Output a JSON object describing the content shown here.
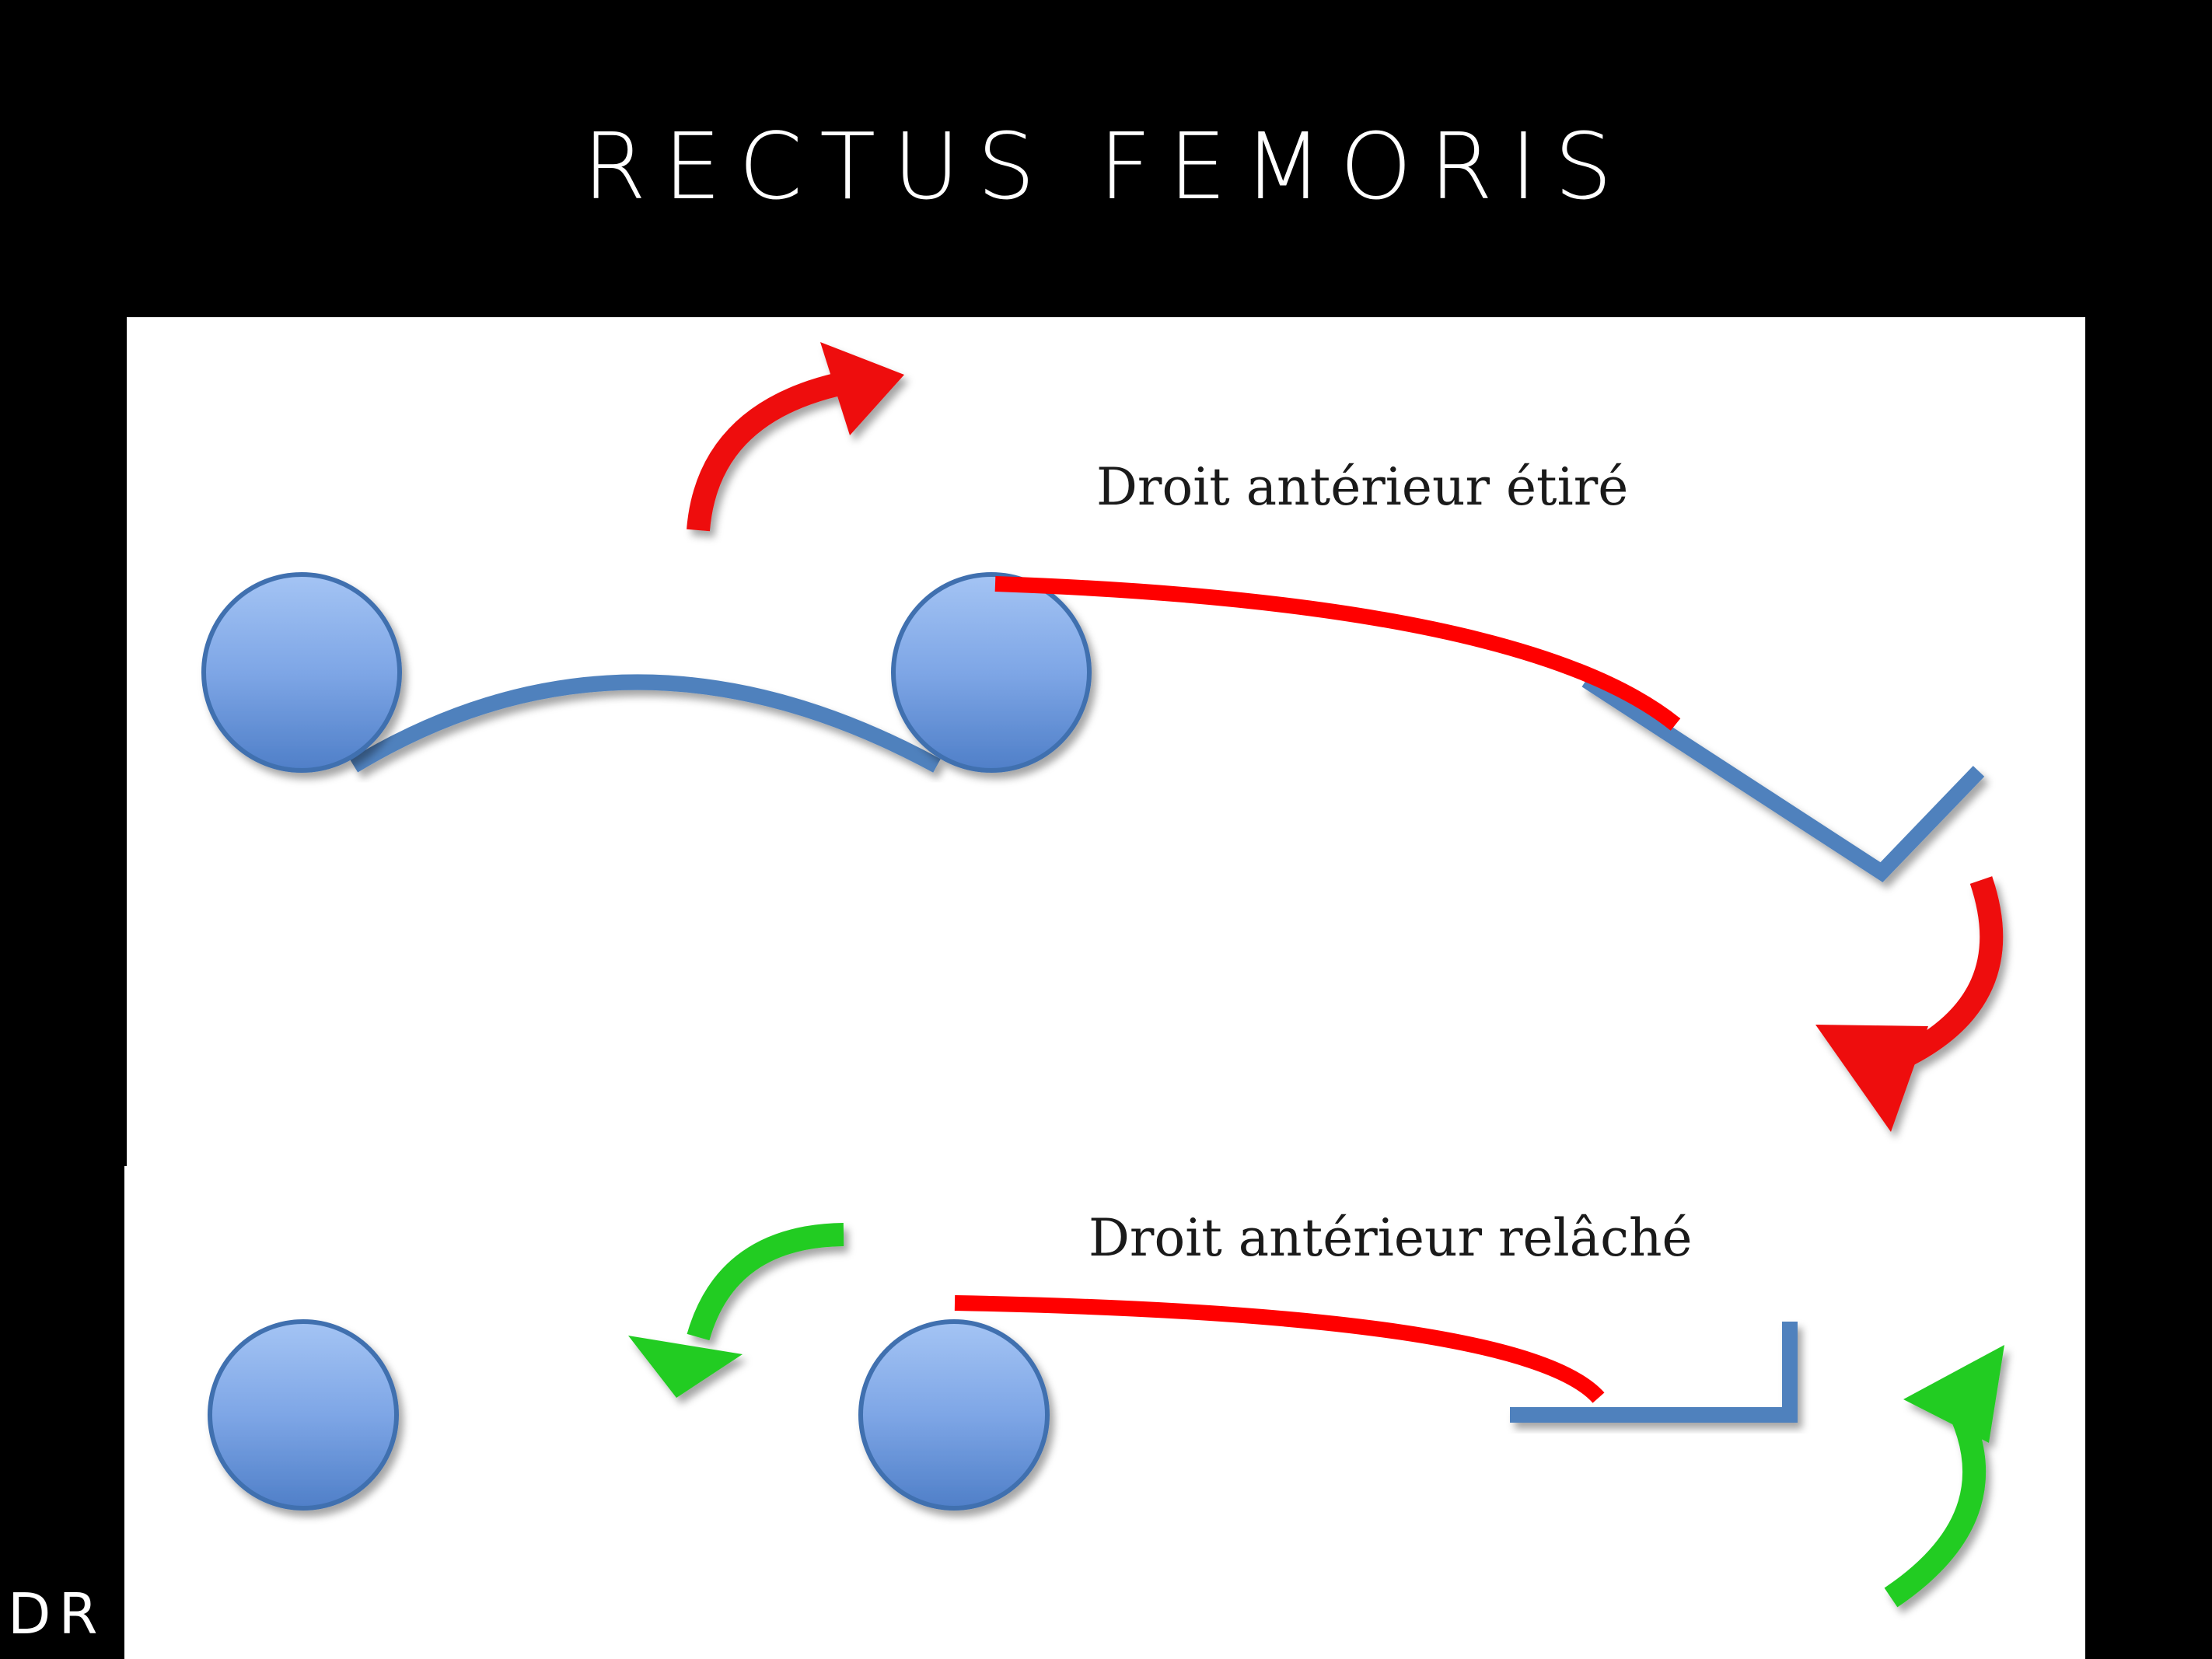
{
  "title": "RECTUS FEMORIS",
  "credit": "DR",
  "diagram": {
    "stretched_label": "Droit antérieur étiré",
    "relaxed_label": "Droit antérieur relâché",
    "colors": {
      "background": "#000000",
      "panel": "#ffffff",
      "bone": "#4f81bd",
      "joint_light": "#9bbdf0",
      "joint_dark": "#4f7fc8",
      "muscle": "#ff0000",
      "arrow_stretch": "#ee1111",
      "arrow_relax": "#22cc22"
    }
  }
}
